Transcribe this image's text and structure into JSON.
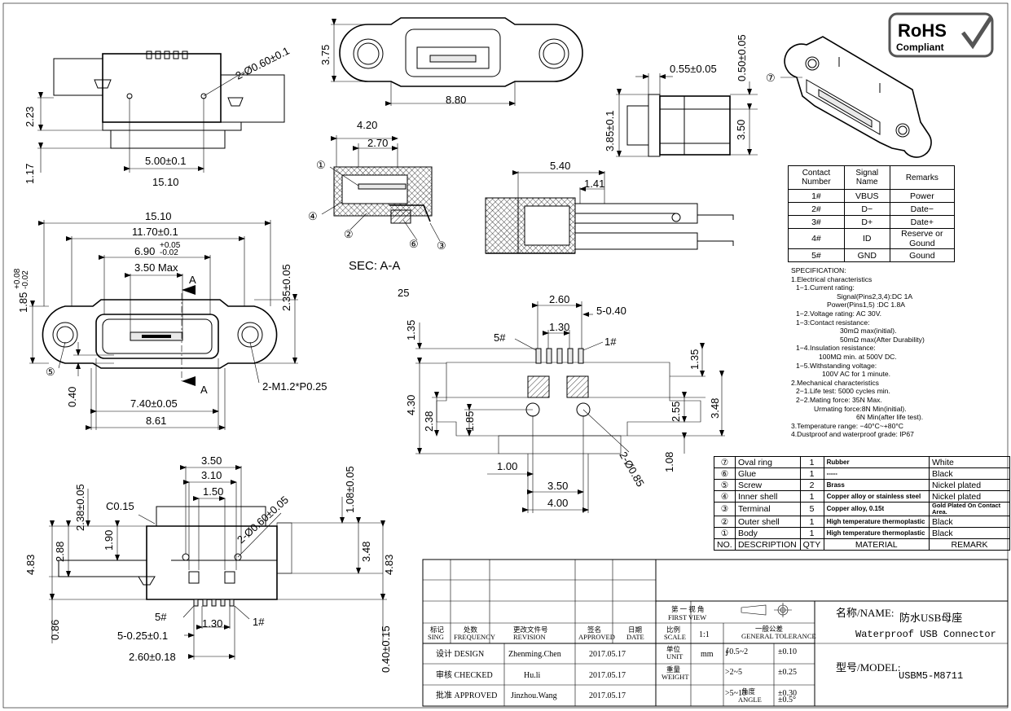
{
  "top_view": {
    "dims": [
      "2-Ø0.60±0.1",
      "2.23",
      "1.17",
      "5.00±0.1",
      "15.10"
    ]
  },
  "front_view": {
    "dims": [
      "3.75",
      "8.80"
    ]
  },
  "side_view": {
    "dims": [
      "0.55±0.05",
      "0.50±0.05",
      "3.85±0.1",
      "3.50"
    ]
  },
  "section_view": {
    "dims": [
      "4.20",
      "2.70"
    ],
    "callouts": [
      "①",
      "④",
      "②",
      "⑥",
      "③"
    ],
    "label": "SEC: A-A"
  },
  "side_section": {
    "dims": [
      "5.40",
      "1.41"
    ]
  },
  "plan_view": {
    "dims": [
      "15.10",
      "11.70±0.1",
      "6.90",
      "+0.05",
      "-0.02",
      "3.50 Max",
      "A",
      "A",
      "1.85",
      "+0.08",
      "-0.02",
      "2.35±0.05",
      "⑤",
      "2-M1.2*P0.25",
      "0.40",
      "7.40±0.05",
      "8.61"
    ]
  },
  "scale_note": "25",
  "footprint": {
    "dims": [
      "2.60",
      "5-0.40",
      "1.30",
      "5#",
      "1#",
      "1.35",
      "1.35",
      "4.30",
      "2.38",
      "1.85",
      "2.55",
      "3.48",
      "1.00",
      "2-Ø0.85",
      "1.08",
      "3.50",
      "4.00"
    ]
  },
  "bottom_view": {
    "dims": [
      "3.50",
      "3.10",
      "1.50",
      "2-Ø0.60±0.05",
      "C0.15",
      "2.38±0.05",
      "1.08±0.05",
      "1.90",
      "2.88",
      "4.83",
      "3.48",
      "4.83",
      "5#",
      "1#",
      "1.30",
      "0.86",
      "5-0.25±0.1",
      "2.60±0.18",
      "0.40±0.15"
    ]
  },
  "callout_7": "⑦",
  "rohs": {
    "line1": "RoHS",
    "line2": "Compliant"
  },
  "contact_table": {
    "headers": [
      "Contact Number",
      "Signal Name",
      "Remarks"
    ],
    "rows": [
      [
        "1#",
        "VBUS",
        "Power"
      ],
      [
        "2#",
        "D−",
        "Date−"
      ],
      [
        "3#",
        "D+",
        "Date+"
      ],
      [
        "4#",
        "ID",
        "Reserve or Gound"
      ],
      [
        "5#",
        "GND",
        "Gound"
      ]
    ]
  },
  "spec": [
    "SPECIFICATION:",
    "1.Electrical characteristics",
    "1−1.Current rating:",
    "Signal(Pins2,3,4):DC 1A",
    "Power(Pins1,5) :DC 1.8A",
    "1−2.Voltage rating: AC 30V.",
    "1−3:Contact resistance:",
    "30mΩ max(initial).",
    "50mΩ max(After Durability)",
    "1−4.Insulation resistance:",
    "100MΩ min. at 500V DC.",
    "1−5.Withstanding voltage:",
    "100V AC for 1 minute.",
    "2.Mechanical characteristics",
    "2−1.Life test: 5000 cycles min.",
    "2−2.Mating force: 35N Max.",
    "Urmating force:8N Min(initial).",
    "6N Min(after life test).",
    "3.Temperature range: −40°C~+80°C",
    "4.Dustproof and waterproof grade: IP67"
  ],
  "bom": {
    "headers": [
      "NO.",
      "DESCRIPTION",
      "QTY",
      "MATERIAL",
      "REMARK"
    ],
    "rows": [
      [
        "⑦",
        "Oval ring",
        "1",
        "Rubber",
        "White"
      ],
      [
        "⑥",
        "Glue",
        "1",
        "-----",
        "Black"
      ],
      [
        "⑤",
        "Screw",
        "2",
        "Brass",
        "Nickel plated"
      ],
      [
        "④",
        "Inner shell",
        "1",
        "Copper alloy or stainless steel",
        "Nickel plated"
      ],
      [
        "③",
        "Terminal",
        "5",
        "Copper alloy, 0.15t",
        "Gold Plated On Contact Area."
      ],
      [
        "②",
        "Outer shell",
        "1",
        "High temperature thermoplastic",
        "Black"
      ],
      [
        "①",
        "Body",
        "1",
        "High temperature thermoplastic",
        "Black"
      ]
    ]
  },
  "title_block": {
    "projection_cn": "第 一 视 角",
    "projection_en": "FIRST VIEW",
    "tolerance_cn": "一般公差",
    "tolerance_en": "GENERAL TOLERANCE",
    "col_headers": [
      {
        "cn": "标记",
        "en": "SING"
      },
      {
        "cn": "处数",
        "en": "FREQUENCY"
      },
      {
        "cn": "更改文件号",
        "en": "REVISION"
      },
      {
        "cn": "签名",
        "en": "APPROVED"
      },
      {
        "cn": "日期",
        "en": "DATE"
      }
    ],
    "scale_cn": "比例",
    "scale_en": "SCALE",
    "scale_value": "1:1",
    "unit_cn": "单位",
    "unit_en": "UNIT",
    "unit_value": "mm",
    "weight_cn": "重量",
    "weight_en": "WEIGHT",
    "angle_cn": "角度",
    "angle_en": "ANGLE",
    "tolerances": [
      {
        "range": "∮0.5~2",
        "value": "±0.10"
      },
      {
        "range": ">2~5",
        "value": "±0.25"
      },
      {
        "range": ">5~10",
        "value": "±0.30"
      },
      {
        "range": "",
        "value": "±0.5°"
      }
    ],
    "signoffs": [
      {
        "role": "设计 DESIGN",
        "name": "Zhenming.Chen",
        "date": "2017.05.17"
      },
      {
        "role": "审核 CHECKED",
        "name": "Hu.li",
        "date": "2017.05.17"
      },
      {
        "role": "批准 APPROVED",
        "name": "Jinzhou.Wang",
        "date": "2017.05.17"
      }
    ],
    "name_label": "名称/NAME:",
    "name_cn": "防水USB母座",
    "name_en": "Waterproof USB Connector",
    "model_label": "型号/MODEL:",
    "model_value": "USBM5-M8711"
  }
}
